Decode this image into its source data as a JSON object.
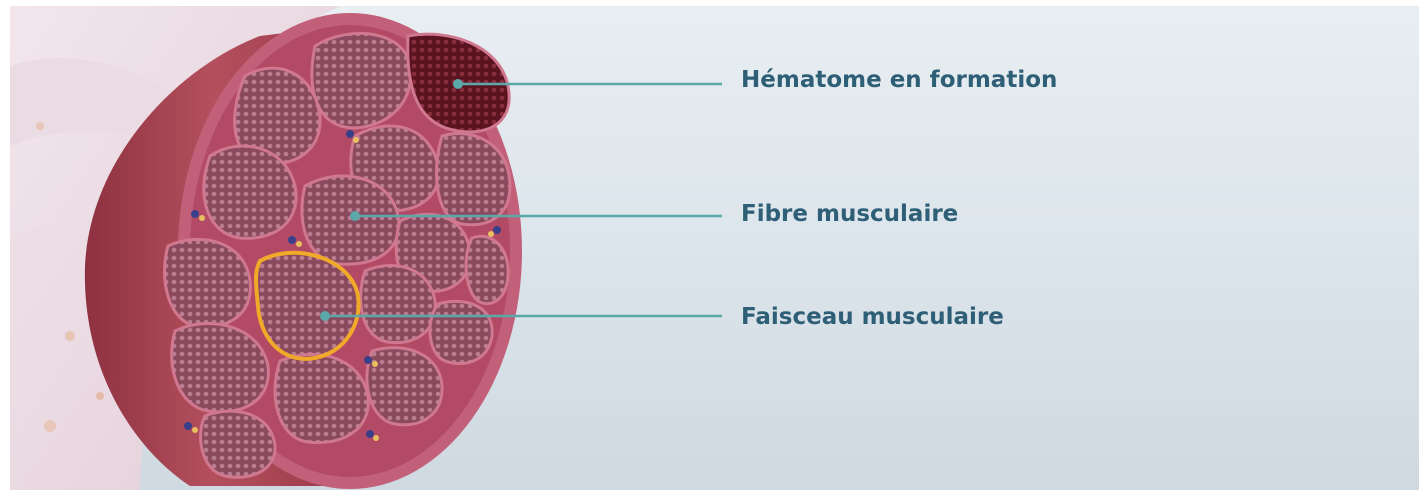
{
  "colors": {
    "leader_line": "#5aa8a8",
    "label_text": "#2f5e77",
    "highlight_outline": "#f0a928",
    "muscle_sheath": "#a23a4c",
    "fascicle_fill": "#8a4658",
    "hematoma_fill": "#6e1a2a",
    "background": "#dde6ec"
  },
  "labels": {
    "hematoma": "Hématome en formation",
    "fiber": "Fibre musculaire",
    "fascicle": "Faisceau musculaire"
  }
}
